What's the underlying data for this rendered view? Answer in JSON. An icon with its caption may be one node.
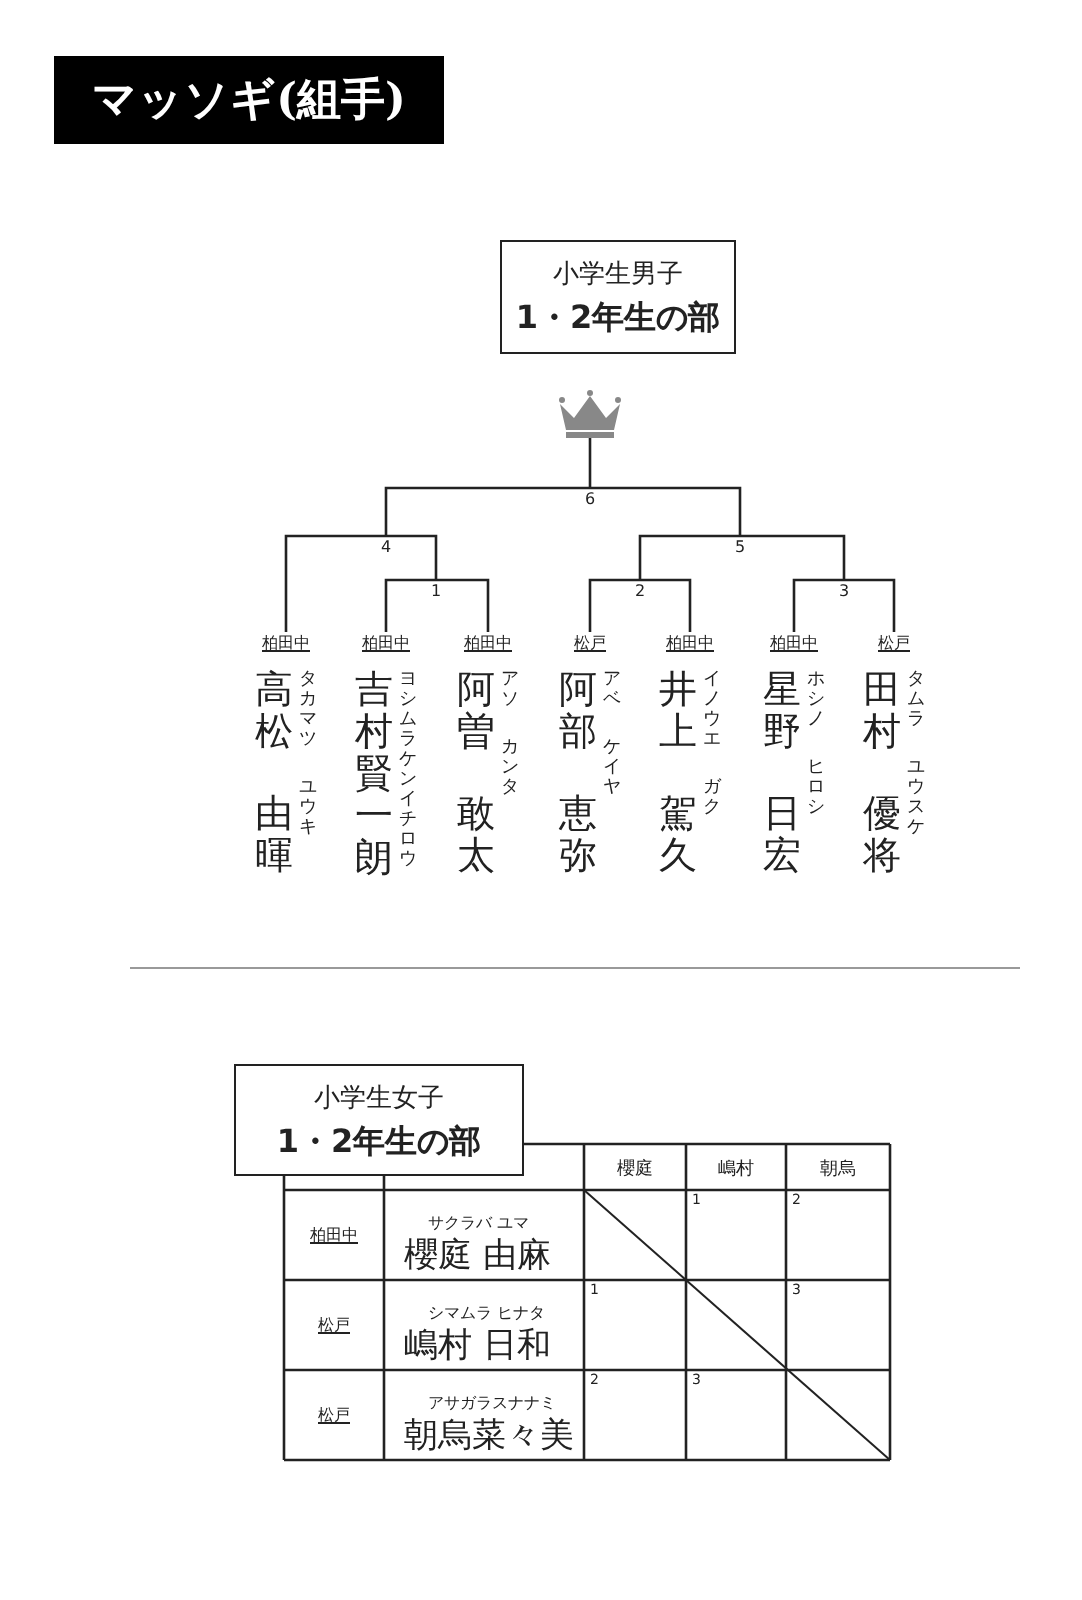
{
  "diagram": {
    "title": "マッソギ(組手)",
    "nodes": [
      {
        "text": [
          "小学生男子",
          "1・2年生の部"
        ]
      },
      {
        "text": [],
        "shape": "crown"
      },
      {
        "text": [
          "6"
        ]
      },
      {
        "text": [
          "4"
        ]
      },
      {
        "text": [
          "5"
        ]
      },
      {
        "text": [
          "1"
        ]
      },
      {
        "text": [
          "2"
        ]
      },
      {
        "text": [
          "3"
        ]
      },
      {
        "text": [
          "柏田中",
          "高松",
          "由暉",
          "タカマツ",
          "ユウキ"
        ]
      },
      {
        "text": [
          "柏田中",
          "吉村賢一朗",
          "ヨシムラケンイチロウ"
        ]
      },
      {
        "text": [
          "柏田中",
          "阿曽",
          "敢太",
          "アソ",
          "カンタ"
        ]
      },
      {
        "text": [
          "松戸",
          "阿部",
          "恵弥",
          "アベ",
          "ケイヤ"
        ]
      },
      {
        "text": [
          "柏田中",
          "井上",
          "駕久",
          "イノウエ",
          "ガク"
        ]
      },
      {
        "text": [
          "柏田中",
          "星野",
          "日宏",
          "ホシノ",
          "ヒロシ"
        ]
      },
      {
        "text": [
          "松戸",
          "田村",
          "優将",
          "タムラ",
          "ユウスケ"
        ]
      },
      {
        "text": [
          "小学生女子",
          "1・2年生の部"
        ]
      }
    ],
    "edges": [
      {
        "from": 2,
        "to": 1,
        "arrow": "none"
      },
      {
        "from": 3,
        "to": 2,
        "arrow": "none"
      },
      {
        "from": 4,
        "to": 2,
        "arrow": "none"
      },
      {
        "from": 8,
        "to": 3,
        "arrow": "none"
      },
      {
        "from": 5,
        "to": 3,
        "arrow": "none"
      },
      {
        "from": 9,
        "to": 5,
        "arrow": "none"
      },
      {
        "from": 10,
        "to": 5,
        "arrow": "none"
      },
      {
        "from": 6,
        "to": 4,
        "arrow": "none"
      },
      {
        "from": 7,
        "to": 4,
        "arrow": "none"
      },
      {
        "from": 11,
        "to": 6,
        "arrow": "none"
      },
      {
        "from": 12,
        "to": 6,
        "arrow": "none"
      },
      {
        "from": 13,
        "to": 7,
        "arrow": "none"
      },
      {
        "from": 14,
        "to": 7,
        "arrow": "none"
      }
    ],
    "labels": [
      "櫻庭",
      "嶋村",
      "朝烏",
      "柏田中",
      "サクラバ ユマ",
      "櫻庭 由麻",
      "1",
      "2",
      "松戸",
      "シマムラ ヒナタ",
      "嶋村 日和",
      "1",
      "3",
      "松戸",
      "アサガラスナナミ",
      "朝烏菜々美",
      "2",
      "3"
    ]
  }
}
